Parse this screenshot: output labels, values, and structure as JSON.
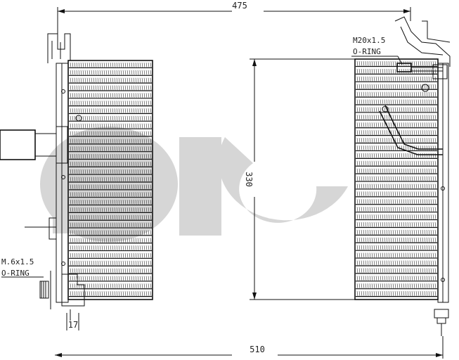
{
  "drawing": {
    "dimensions": {
      "top_width": "475",
      "height": "330",
      "bottom_width": "510",
      "small_bottom": "17"
    },
    "notes": {
      "right_fitting_line1": "M20x1.5",
      "right_fitting_line2": "O-RING",
      "left_fitting_line1": "M.6x1.5",
      "left_fitting_line2": "O-RING"
    },
    "watermark": {
      "color": "#d6d6d6"
    },
    "fin_rows": 31
  }
}
